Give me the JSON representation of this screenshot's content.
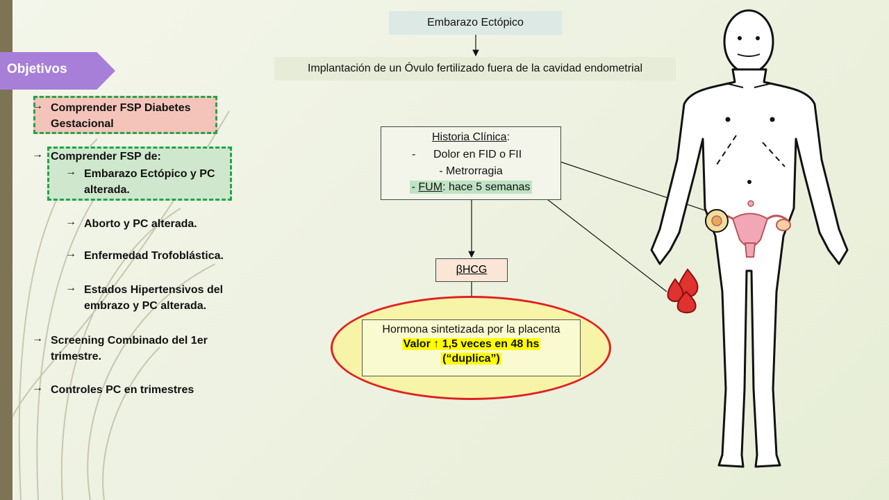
{
  "objectives": {
    "tab_label": "Objetivos",
    "arrow_glyph": "→",
    "item1": "Comprender FSP Diabetes Gestacional",
    "item2": "Comprender FSP de:",
    "sub1": "Embarazo Ectópico y PC alterada.",
    "sub2": "Aborto y PC alterada.",
    "sub3": "Enfermedad Trofoblástica.",
    "sub4": "Estados Hipertensivos del embrazo y PC alterada.",
    "item3": "Screening Combinado del 1er trimestre.",
    "item4": "Controles PC en trimestres"
  },
  "diagram": {
    "title": "Embarazo Ectópico",
    "definition": "Implantación de un Óvulo fertilizado fuera de la cavidad endometrial",
    "history_title": "Historia Clínica",
    "history_colon": ":",
    "history_item1_dash": "-",
    "history_item1": "Dolor en FID o FII",
    "history_item2": "- Metrorragia",
    "history_item3_dash": "- ",
    "history_item3_fum": "FUM",
    "history_item3_rest": ": hace 5 semanas",
    "hcg": "βHCG",
    "hormone_line1": "Hormona sintetizada por la placenta",
    "hormone_line2": "Valor ↑ 1,5 veces en 48 hs",
    "hormone_line3": "(“duplica”)"
  },
  "colors": {
    "tab": "#a77fd8",
    "dashed_border": "#20a54a",
    "red_box": "#f4c4ba",
    "green_box": "#cfe8cd",
    "ellipse_border": "#e02020",
    "highlight": "#ffff00",
    "blood_drop": "#e0322f"
  }
}
